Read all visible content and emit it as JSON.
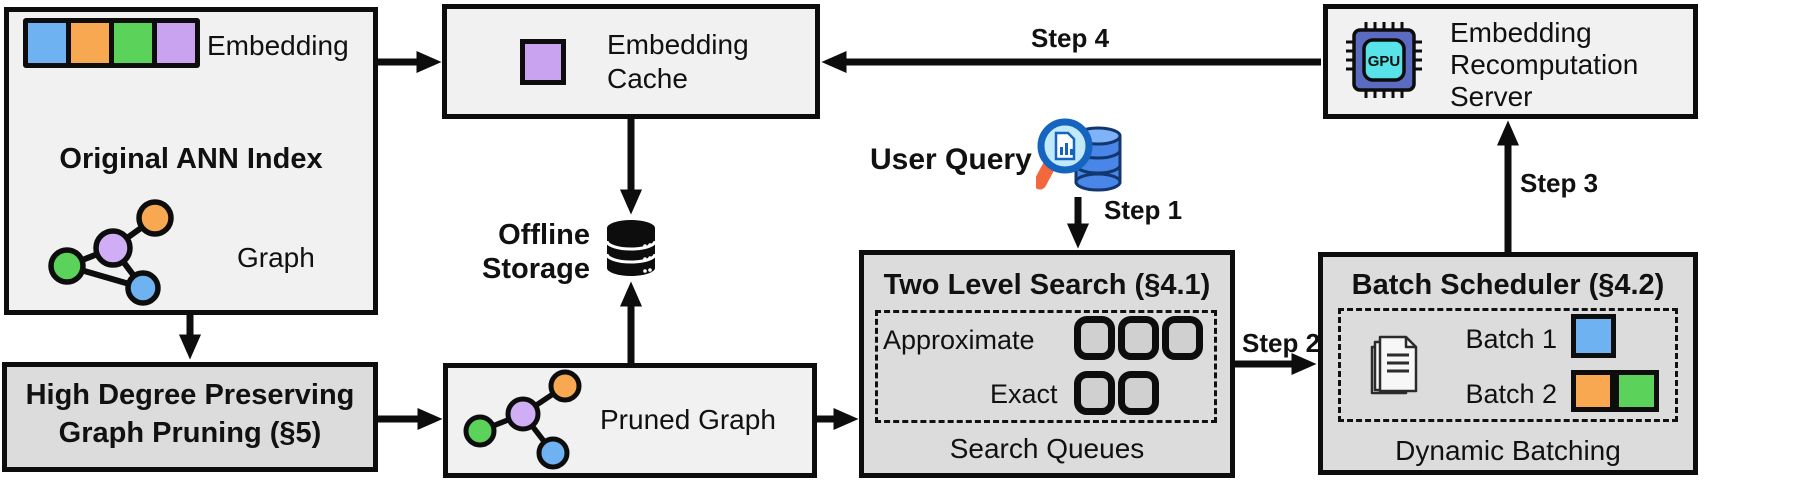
{
  "diagram": {
    "ann_index": {
      "title": "Original ANN Index",
      "embedding_label": "Embedding",
      "graph_label": "Graph"
    },
    "hdp": {
      "line1": "High Degree Preserving",
      "line2": "Graph Pruning (§5)"
    },
    "cache": {
      "line1": "Embedding",
      "line2": "Cache"
    },
    "offline": {
      "line1": "Offline",
      "line2": "Storage"
    },
    "pruned": {
      "label": "Pruned Graph"
    },
    "user_query": {
      "label": "User Query"
    },
    "tls": {
      "title": "Two Level Search (§4.1)",
      "approximate": "Approximate",
      "exact": "Exact",
      "caption": "Search Queues"
    },
    "scheduler": {
      "title": "Batch Scheduler (§4.2)",
      "batch1": "Batch 1",
      "batch2": "Batch 2",
      "caption": "Dynamic Batching"
    },
    "server": {
      "line1": "Embedding",
      "line2": "Recomputation",
      "line3": "Server",
      "gpu": "GPU"
    },
    "steps": {
      "s1": "Step 1",
      "s2": "Step 2",
      "s3": "Step 3",
      "s4": "Step 4"
    },
    "colors": {
      "blue": "#6FB2F2",
      "orange": "#F7A850",
      "green": "#5BD35B",
      "purple": "#C9A3F0",
      "node_purple": "#CFAEF5",
      "box_light": "#f1f1f1",
      "box_dark": "#dcdcdc",
      "border": "#0d0d0d",
      "gpu_chip": "#5B6BC0",
      "gpu_core": "#58E3E8",
      "magnifier_rim": "#1565C0",
      "magnifier_handle": "#F2683C",
      "query_db": "#4A86E8"
    }
  }
}
